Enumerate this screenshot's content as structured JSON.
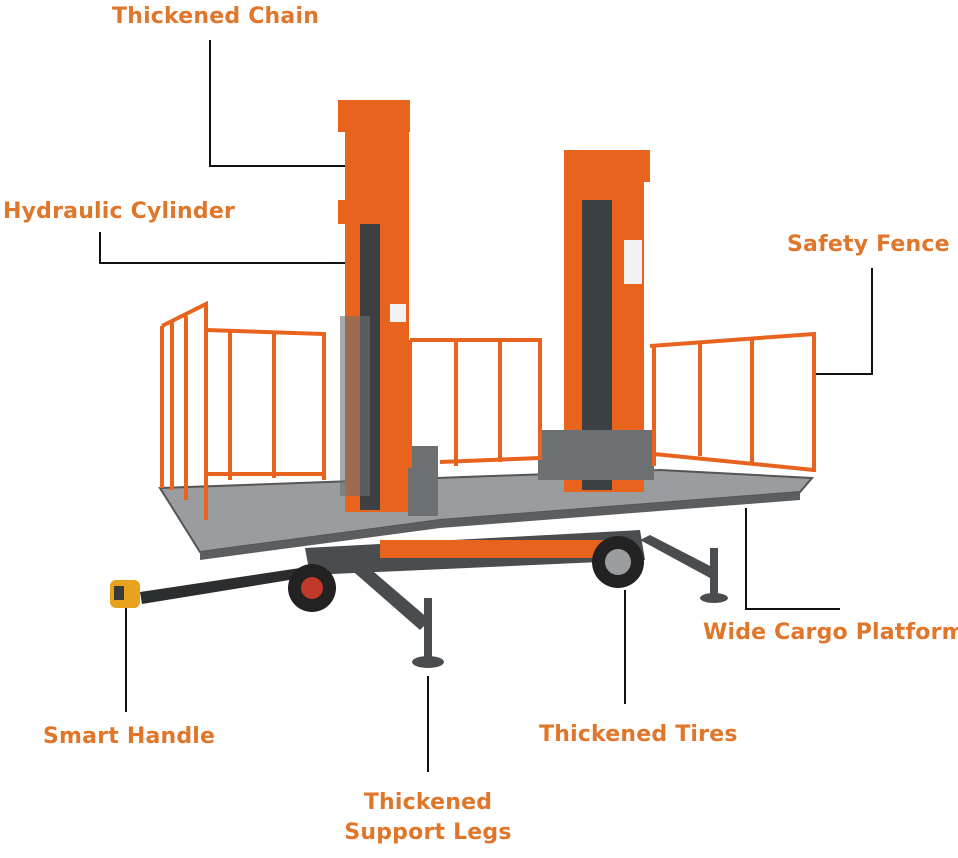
{
  "labels": {
    "thickened_chain": "Thickened Chain",
    "hydraulic_cylinder": "Hydraulic Cylinder",
    "safety_fence": "Safety Fence",
    "wide_cargo_platform": "Wide Cargo Platform",
    "smart_handle": "Smart Handle",
    "thickened_tires": "Thickened Tires",
    "support_legs_line1": "Thickened",
    "support_legs_line2": "Support Legs"
  },
  "colors": {
    "label": "#e0762a",
    "machine_orange": "#e8641e",
    "platform_grey": "#8f9294",
    "frame_dark": "#4a4d50",
    "leader_line": "#111111"
  }
}
